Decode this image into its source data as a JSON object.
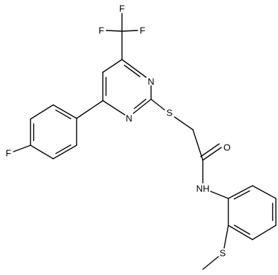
{
  "atoms": {
    "F_top": "F",
    "F_left": "F",
    "F_right": "F",
    "N_upper": "N",
    "N_lower": "N",
    "S_thio": "S",
    "O_carbonyl": "O",
    "NH_amide": "NH",
    "F_aryl": "F",
    "S_methyl": "S"
  }
}
